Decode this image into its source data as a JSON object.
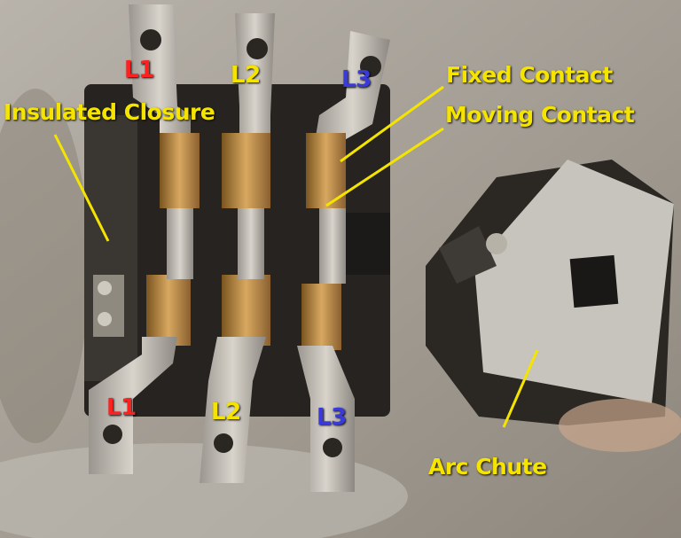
{
  "labels": {
    "top_l1": "L1",
    "top_l2": "L2",
    "top_l3": "L3",
    "bottom_l1": "L1",
    "bottom_l2": "L2",
    "bottom_l3": "L3",
    "fixed_contact": "Fixed Contact",
    "moving_contact": "Moving Contact",
    "insulated_closure": "Insulated Closure",
    "arc_chute": "Arc Chute"
  },
  "colors": {
    "l1": "#ff2020",
    "l2": "#f5e400",
    "l3": "#3a3ad8",
    "annotation": "#f5e400",
    "pointer_line": "#f5e400"
  }
}
